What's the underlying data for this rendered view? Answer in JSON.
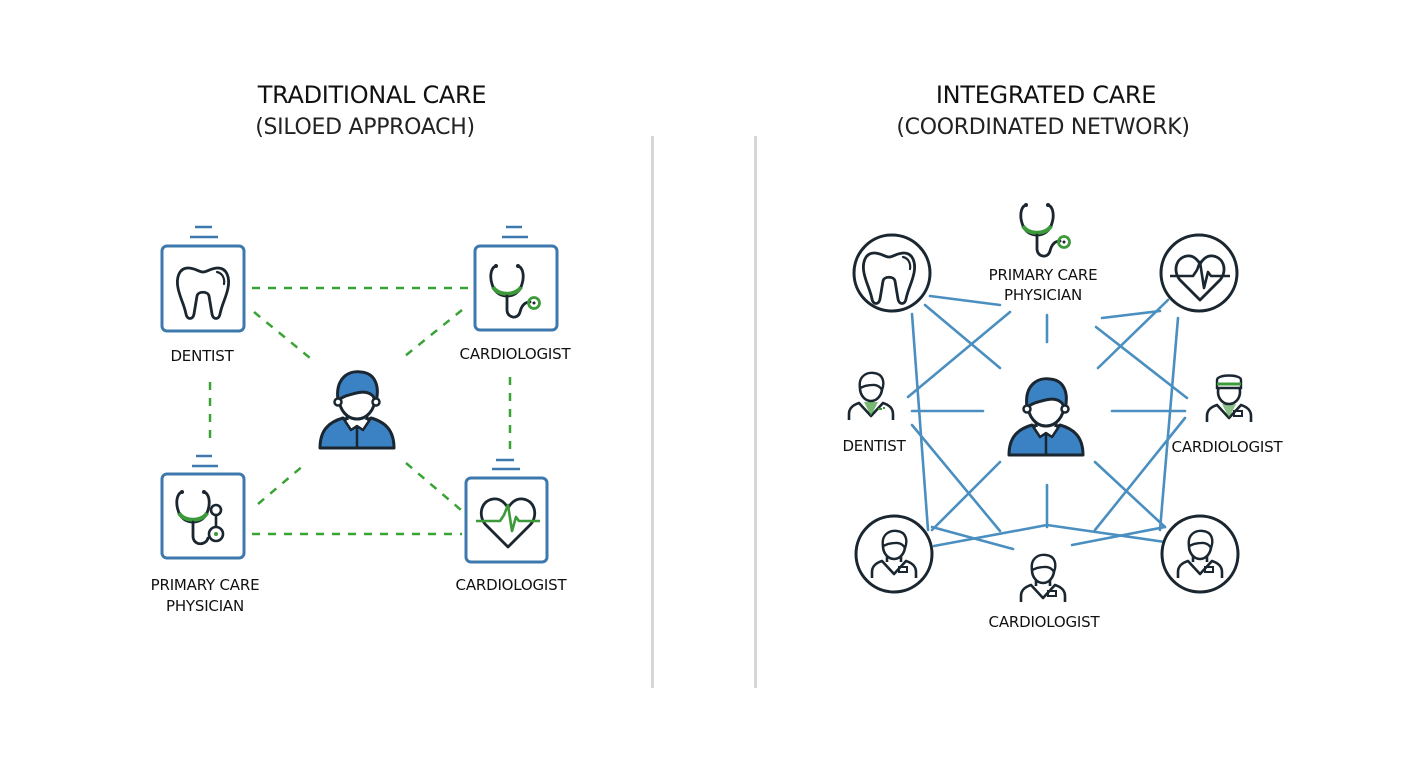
{
  "colors": {
    "frame_blue": "#3d79ad",
    "person_blue": "#3b82c4",
    "link_green": "#3aa335",
    "link_blue": "#4a8fc0",
    "icon_dark": "#1a2630",
    "icon_green": "#3d9a3a",
    "divider": "#d4d6d8"
  },
  "traditional": {
    "title": "TRADITIONAL CARE",
    "subtitle": "(SILOED APPROACH)",
    "center": {
      "role": "patient",
      "icon": "patient-icon"
    },
    "nodes": [
      {
        "id": "dentist",
        "label": "DENTIST",
        "icon": "tooth-icon"
      },
      {
        "id": "cardiologist-top",
        "label": "CARDIOLOGIST",
        "icon": "stethoscope-icon"
      },
      {
        "id": "primary-care",
        "label_line1": "PRIMARY CARE",
        "label_line2": "PHYSICIAN",
        "icon": "stethoscope-icon"
      },
      {
        "id": "cardiologist-bottom",
        "label": "CARDIOLOGIST",
        "icon": "heart-pulse-icon"
      }
    ],
    "link_style": "dashed"
  },
  "integrated": {
    "title": "INTEGRATED CARE",
    "subtitle": "(COORDINATED NETWORK)",
    "center": {
      "role": "patient",
      "icon": "patient-icon"
    },
    "nodes": [
      {
        "id": "dentist-circle",
        "label": "",
        "icon": "tooth-icon"
      },
      {
        "id": "primary-care",
        "label_line1": "PRIMARY CARE",
        "label_line2": "PHYSICIAN",
        "icon": "stethoscope-icon"
      },
      {
        "id": "cardio-circle",
        "label": "",
        "icon": "heart-pulse-icon"
      },
      {
        "id": "dentist",
        "label": "DENTIST",
        "icon": "dentist-person-icon"
      },
      {
        "id": "cardiologist-right",
        "label": "CARDIOLOGIST",
        "icon": "doctor-cap-icon"
      },
      {
        "id": "provider-left-circle",
        "label": "",
        "icon": "doctor-icon"
      },
      {
        "id": "cardiologist-bottom",
        "label": "CARDIOLOGIST",
        "icon": "doctor-icon"
      },
      {
        "id": "provider-right-circle",
        "label": "",
        "icon": "doctor-icon"
      }
    ],
    "link_style": "solid"
  }
}
